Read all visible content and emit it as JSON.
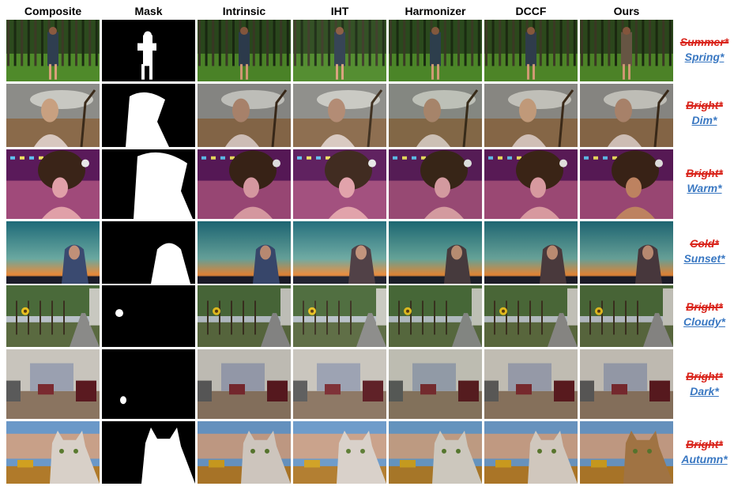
{
  "columns": [
    "Composite",
    "Mask",
    "Intrinsic",
    "IHT",
    "Harmonizer",
    "DCCF",
    "Ours"
  ],
  "rows": [
    {
      "scene": "forest",
      "from_label": "Summer*",
      "to_label": "Spring*"
    },
    {
      "scene": "desert",
      "from_label": "Bright*",
      "to_label": "Dim*"
    },
    {
      "scene": "neon-room",
      "from_label": "Bright*",
      "to_label": "Warm*"
    },
    {
      "scene": "sunset-sky",
      "from_label": "Cold*",
      "to_label": "Sunset*"
    },
    {
      "scene": "tree-street",
      "from_label": "Bright*",
      "to_label": "Cloudy*"
    },
    {
      "scene": "living-room",
      "from_label": "Bright*",
      "to_label": "Dark*"
    },
    {
      "scene": "field-sky",
      "from_label": "Bright*",
      "to_label": "Autumn*"
    }
  ],
  "colors": {
    "from_label": "#d9241b",
    "to_label": "#3a78c2"
  }
}
